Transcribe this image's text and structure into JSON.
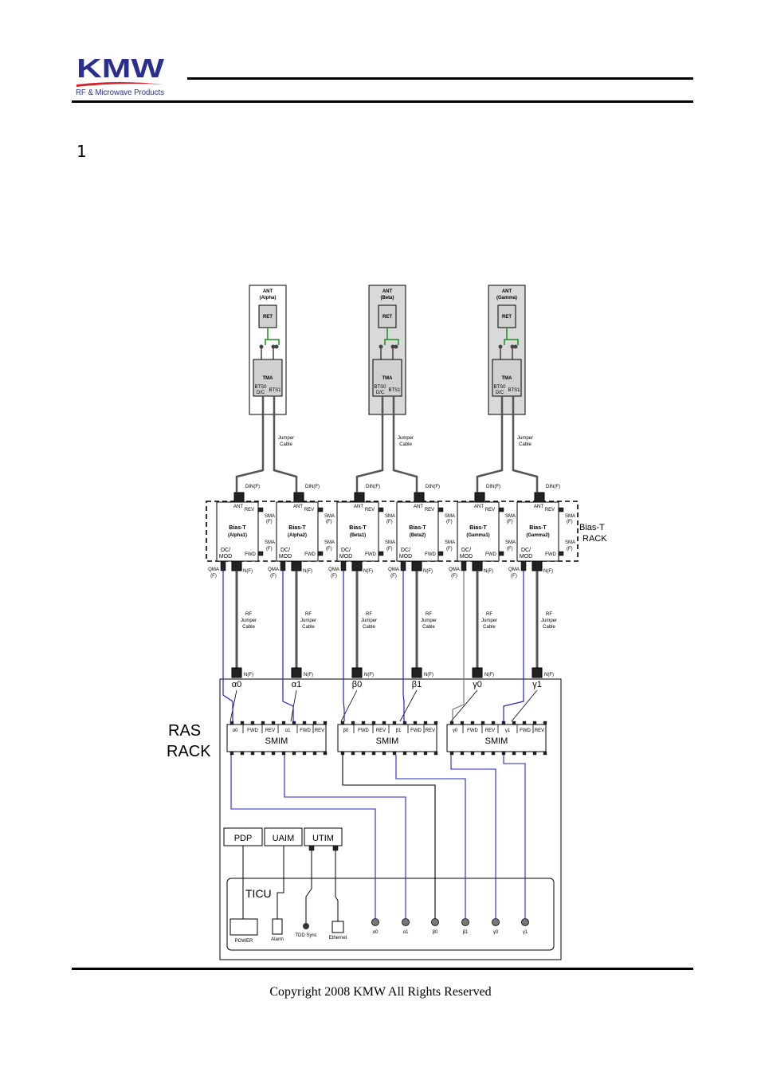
{
  "header": {
    "logo_text": "KMW",
    "logo_tagline": "RF & Microwave Products"
  },
  "section": {
    "number": "1"
  },
  "diagram": {
    "antennas": [
      {
        "title": "ANT",
        "sub": "(Alpha)",
        "ret": "RET",
        "tma": "TMA",
        "bts0": "BTS0",
        "dc": "D/C",
        "bts1": "BTS1",
        "jumper": [
          "Jumper",
          "Cable"
        ]
      },
      {
        "title": "ANT",
        "sub": "(Beta)",
        "ret": "RET",
        "tma": "TMA",
        "bts0": "BTS0",
        "dc": "D/C",
        "bts1": "BTS1",
        "jumper": [
          "Jumper",
          "Cable"
        ]
      },
      {
        "title": "ANT",
        "sub": "(Gamma)",
        "ret": "RET",
        "tma": "TMA",
        "bts0": "BTS0",
        "dc": "D/C",
        "bts1": "BTS1",
        "jumper": [
          "Jumper",
          "Cable"
        ]
      }
    ],
    "bias_t_units": [
      {
        "line1": "Bias-T",
        "line2": "(Alpha1)"
      },
      {
        "line1": "Bias-T",
        "line2": "(Alpha2)"
      },
      {
        "line1": "Bias-T",
        "line2": "(Beta1)"
      },
      {
        "line1": "Bias-T",
        "line2": "(Beta2)"
      },
      {
        "line1": "Bias-T",
        "line2": "(Gamma1)"
      },
      {
        "line1": "Bias-T",
        "line2": "(Gamma2)"
      }
    ],
    "port_labels": {
      "din": "DIN(F)",
      "ant": "ANT",
      "rev": "REV",
      "fwd": "FWD",
      "sma1": "SMA",
      "sma2": "(F)",
      "dc1": "DC/",
      "dc2": "MOD",
      "qma1": "QMA",
      "qma2": "(F)",
      "nf": "N(F)",
      "rf_jumper": [
        "RF",
        "Jumper",
        "Cable"
      ]
    },
    "bias_t_rack": [
      "Bias-T",
      "RACK"
    ],
    "ras_rack": [
      "RAS",
      "RACK"
    ],
    "rack_ports": [
      "α0",
      "α1",
      "β0",
      "β1",
      "γ0",
      "γ1"
    ],
    "smim_label": "SMIM",
    "smim_groups": [
      {
        "a": "α0",
        "b": "α1"
      },
      {
        "a": "β0",
        "b": "β1"
      },
      {
        "a": "γ0",
        "b": "γ1"
      }
    ],
    "modules": [
      "PDP",
      "UAIM",
      "UTIM"
    ],
    "ticu_label": "TICU",
    "ticu_ports": [
      "POWER",
      "Alarm",
      "TDD Sync",
      "Ethernet"
    ],
    "ticu_sector_ports": [
      "α0",
      "α1",
      "β0",
      "β1",
      "γ0",
      "γ1"
    ],
    "colors": {
      "cable": "#555555",
      "green": "#1a8f1a",
      "blue": "#2323c8",
      "ant_shade": "#d9d9d9"
    }
  },
  "footer": {
    "copyright": "Copyright    2008 KMW All Rights Reserved"
  }
}
